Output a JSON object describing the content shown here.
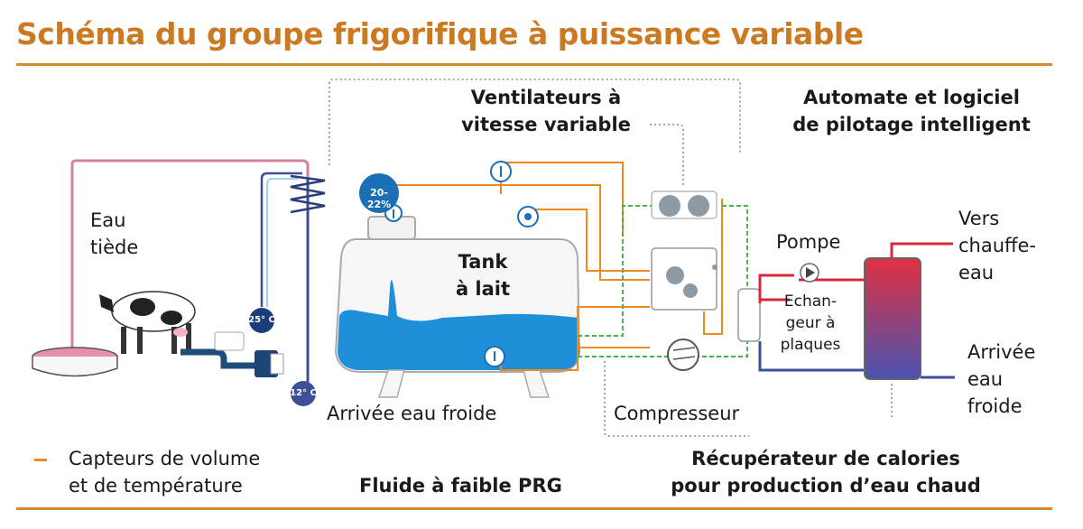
{
  "title": "Schéma du groupe frigorifique à puissance variable",
  "labels": {
    "ventilateurs_1": "Ventilateurs à",
    "ventilateurs_2": "vitesse variable",
    "automate_1": "Automate et logiciel",
    "automate_2": "de pilotage intelligent",
    "eau_tiede_1": "Eau",
    "eau_tiede_2": "tiède",
    "tank_1": "Tank",
    "tank_2": "à lait",
    "pompe": "Pompe",
    "echangeur_1": "Echan-",
    "echangeur_2": "geur à",
    "echangeur_3": "plaques",
    "vers_1": "Vers",
    "vers_2": "chauffe-",
    "vers_3": "eau",
    "arrivee_eau_1": "Arrivée",
    "arrivee_eau_2": "eau",
    "arrivee_eau_3": "froide",
    "arrivee_eau_froide": "Arrivée eau froide",
    "compresseur": "Compresseur",
    "legend_1": "Capteurs de volume",
    "legend_2": "et de température",
    "fluide": "Fluide à faible PRG",
    "recuperateur_1": "Récupérateur de calories",
    "recuperateur_2": "pour production d’eau chaud"
  },
  "badges": {
    "tank_temp": "20-22%",
    "temp_25": "25° C",
    "temp_12": "12° C"
  },
  "colors": {
    "accent": "#cc7a22",
    "orange_line": "#ef8a1c",
    "pink_line": "#d4819b",
    "navy_line": "#3d4f99",
    "blue": "#1b6fb5",
    "milk_blue": "#1e8fd8",
    "green_dash": "#4caf50",
    "red_hot": "#d8283c"
  }
}
